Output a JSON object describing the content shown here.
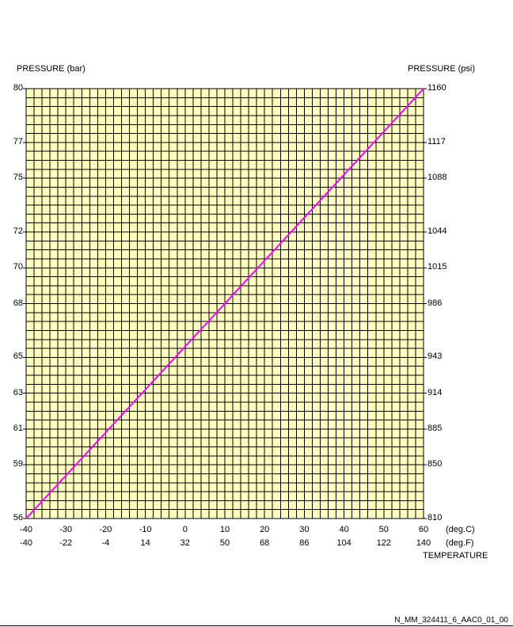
{
  "chart_data": {
    "type": "line",
    "title": "",
    "ylabel_left": "PRESSURE (bar)",
    "ylabel_right": "PRESSURE (psi)",
    "xlabel": "TEMPERATURE",
    "x_unit_c": "(deg.C)",
    "x_unit_f": "(deg.F)",
    "x_ticks_c": [
      "-40",
      "-30",
      "-20",
      "-10",
      "0",
      "10",
      "20",
      "30",
      "40",
      "50",
      "60"
    ],
    "x_ticks_f": [
      "-40",
      "-22",
      "-4",
      "14",
      "32",
      "50",
      "68",
      "86",
      "104",
      "122",
      "140"
    ],
    "xlim": [
      -40,
      60
    ],
    "ylim": [
      56,
      80
    ],
    "y_ticks_bar": [
      "80",
      "77",
      "75",
      "72",
      "70",
      "68",
      "65",
      "63",
      "61",
      "59",
      "56"
    ],
    "y_ticks_psi": [
      "1160",
      "1117",
      "1088",
      "1044",
      "1015",
      "986",
      "943",
      "914",
      "885",
      "850",
      "810"
    ],
    "grid": true,
    "grid_color": "#000000",
    "background_color": "#ffffc0",
    "series": [
      {
        "color": "#ff00ff",
        "x": [
          -40,
          60
        ],
        "y": [
          56,
          80
        ]
      }
    ]
  },
  "footer_code": "N_MM_324411_6_AAC0_01_00"
}
